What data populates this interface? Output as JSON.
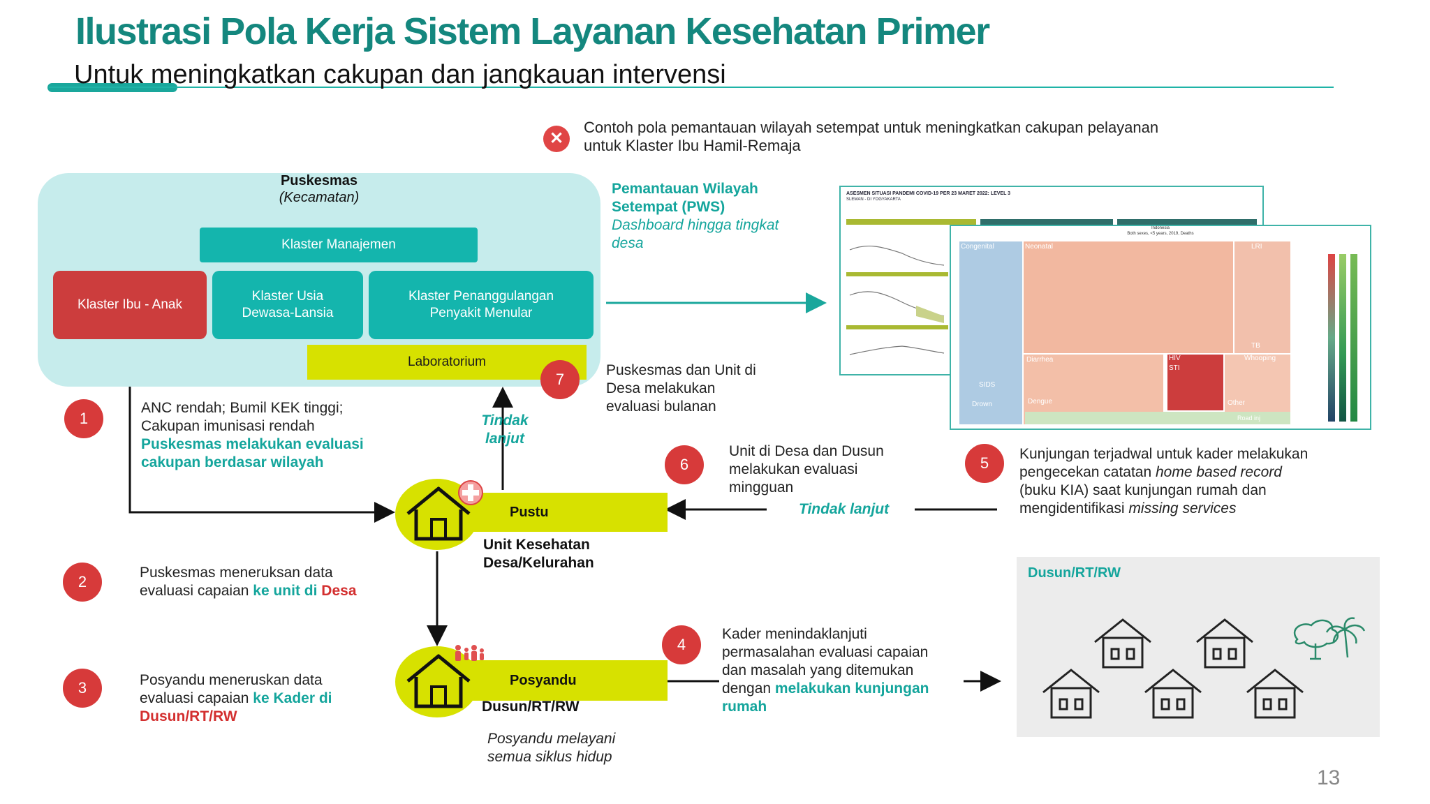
{
  "header": {
    "title": "Ilustrasi Pola Kerja Sistem Layanan Kesehatan Primer",
    "subtitle": "Untuk meningkatkan cakupan dan jangkauan intervensi"
  },
  "note": {
    "icon": "x-icon",
    "line1": "Contoh pola pemantauan  wilayah setempat untuk meningkatkan cakupan pelayanan",
    "line2": "untuk Klaster Ibu Hamil-Remaja"
  },
  "puskesmas": {
    "title": "Puskesmas",
    "subtitle": "(Kecamatan)",
    "klaster_manajemen": "Klaster Manajemen",
    "klaster_ibu_anak": "Klaster Ibu - Anak",
    "klaster_usia_l1": "Klaster Usia",
    "klaster_usia_l2": "Dewasa-Lansia",
    "klaster_penanggulangan_l1": "Klaster Penanggulangan",
    "klaster_penanggulangan_l2": "Penyakit Menular",
    "laboratorium": "Laboratorium"
  },
  "pws": {
    "title_l1": "Pemantauan Wilayah",
    "title_l2": "Setempat (PWS)",
    "sub_l1": "Dashboard hingga tingkat",
    "sub_l2": "desa"
  },
  "dashboard": {
    "back_header": "ASESMEN SITUASI PANDEMI COVID-19 PER 23 MARET 2022: LEVEL 3",
    "back_sub": "SLEMAN - DI YOGYAKARTA",
    "front_header": "Indonesia",
    "front_sub": "Both sexes, <5 years, 2019, Deaths",
    "cells": [
      "Congenital",
      "Neonatal",
      "LRI",
      "Diarrhea",
      "HIV",
      "STI",
      "Whooping",
      "TB",
      "SIDS",
      "Drown",
      "Dengue",
      "Other",
      "Road inj"
    ]
  },
  "steps": {
    "s1": {
      "num": "1",
      "l1": "ANC rendah; Bumil KEK tinggi;",
      "l2": "Cakupan imunisasi rendah",
      "l3": "Puskesmas melakukan evaluasi",
      "l4": "cakupan berdasar wilayah"
    },
    "s2": {
      "num": "2",
      "l1": "Puskesmas meneruksan data",
      "l2a": "evaluasi capaian ",
      "l2b": "ke unit di ",
      "l2c": "Desa"
    },
    "s3": {
      "num": "3",
      "l1": "Posyandu meneruskan data",
      "l2a": "evaluasi capaian ",
      "l2b": "ke Kader di",
      "l3": "Dusun/RT/RW"
    },
    "s4": {
      "num": "4",
      "l1": "Kader menindaklanjuti",
      "l2": "permasalahan evaluasi capaian",
      "l3": "dan masalah yang ditemukan",
      "l4a": "dengan ",
      "l4b": "melakukan kunjungan",
      "l5": "rumah"
    },
    "s5": {
      "num": "5",
      "l1": "Kunjungan terjadwal untuk kader melakukan",
      "l2a": "pengecekan catatan ",
      "l2b": "home based record",
      "l3": "(buku KIA) saat kunjungan rumah dan",
      "l4a": "mengidentifikasi ",
      "l4b": "missing services"
    },
    "s6": {
      "num": "6",
      "l1": "Unit di Desa dan Dusun",
      "l2": "melakukan evaluasi",
      "l3": "mingguan"
    },
    "s7": {
      "num": "7",
      "l1": "Puskesmas dan Unit di",
      "l2": "Desa melakukan",
      "l3": "evaluasi bulanan"
    }
  },
  "tindak_lanjut_up_l1": "Tindak",
  "tindak_lanjut_up_l2": "lanjut",
  "tindak_lanjut_right": "Tindak lanjut",
  "pustu": {
    "label": "Pustu",
    "sub_l1": "Unit Kesehatan",
    "sub_l2": "Desa/Kelurahan"
  },
  "posyandu": {
    "label": "Posyandu",
    "sub": "Dusun/RT/RW",
    "note_l1": "Posyandu melayani",
    "note_l2": "semua siklus hidup"
  },
  "dusun": {
    "title": "Dusun/RT/RW"
  },
  "page_number": "13",
  "colors": {
    "teal": "#14a59c",
    "title_teal": "#14877e",
    "red": "#d73a3a",
    "yellow": "#d7e100",
    "light_teal": "#c6ecec"
  }
}
